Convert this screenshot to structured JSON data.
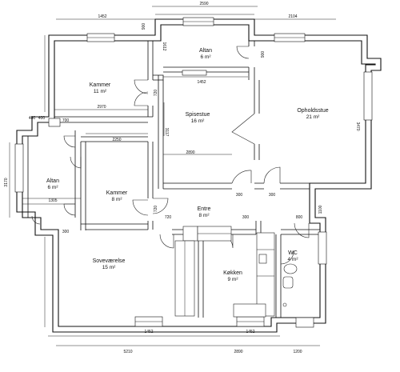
{
  "rooms": [
    {
      "name": "Altan",
      "area": "6 m²"
    },
    {
      "name": "Kammer",
      "area": "11 m²"
    },
    {
      "name": "Spisestue",
      "area": "16 m²"
    },
    {
      "name": "Opholdsstue",
      "area": "21 m²"
    },
    {
      "name": "Altan",
      "area": "6 m²"
    },
    {
      "name": "Kammer",
      "area": "8 m²"
    },
    {
      "name": "Entre",
      "area": "8 m²"
    },
    {
      "name": "Soveværelse",
      "area": "15 m²"
    },
    {
      "name": "Køkken",
      "area": "9 m²"
    },
    {
      "name": "WC",
      "area": "4 m²"
    }
  ],
  "dimensions": {
    "top_left": "1452",
    "top_mid": "2590",
    "top_right": "2104",
    "altan_top_v": "1612",
    "altan_side_v": "900",
    "kammer_width": "2970",
    "spise_window": "1452",
    "spise_right_v": "720",
    "spise_v": "3117",
    "ophold_v": "3470",
    "kammer2_width": "2250",
    "spise_width": "2890",
    "left_400a": "400",
    "left_400b": "400",
    "altan_v": "3170",
    "altan_900": "900",
    "altan_1305": "1305",
    "door_700": "700",
    "d_300a": "300",
    "d_300b": "300",
    "entre_300": "300",
    "kammer2_v": "720",
    "entre_720": "720",
    "entre_800": "800",
    "right_v": "1100",
    "wc_300": "300",
    "sove_window": "1452",
    "kokken_window": "1452",
    "bottom_1": "5210",
    "bottom_2": "2890",
    "bottom_3": "1200"
  }
}
